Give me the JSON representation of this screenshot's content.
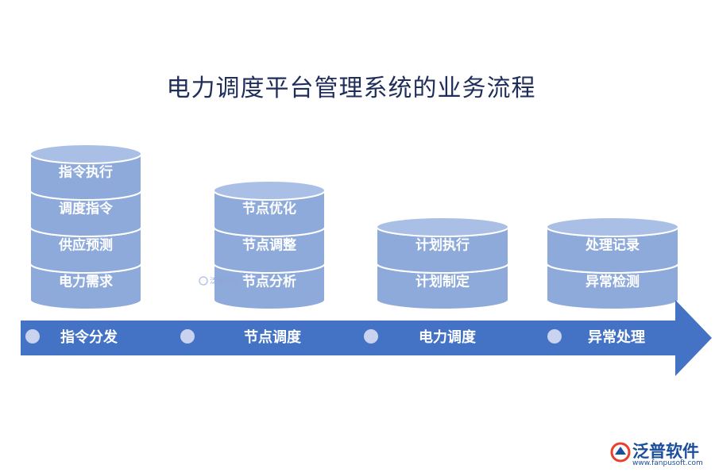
{
  "title": "电力调度平台管理系统的业务流程",
  "colors": {
    "cylinder_fill": "#8eaadb",
    "cylinder_top": "#a9bfe6",
    "cylinder_stroke": "#ffffff",
    "arrow_fill": "#4472c4",
    "dot_fill": "#c9d3ef"
  },
  "stacks": [
    {
      "segments": [
        "指令执行",
        "调度指令",
        "供应预测",
        "电力需求"
      ]
    },
    {
      "segments": [
        "节点优化",
        "节点调整",
        "节点分析"
      ]
    },
    {
      "segments": [
        "计划执行",
        "计划制定"
      ]
    },
    {
      "segments": [
        "处理记录",
        "异常检测"
      ]
    }
  ],
  "stages": [
    "指令分发",
    "节点调度",
    "电力调度",
    "异常处理"
  ],
  "watermark": "泛普软件",
  "logo": {
    "brand": "泛普软件",
    "url": "www.fanpusoft.com"
  }
}
